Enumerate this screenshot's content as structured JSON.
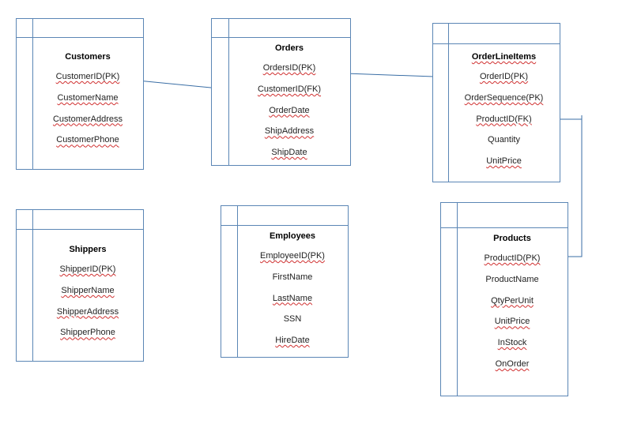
{
  "tables": {
    "customers": {
      "title": "Customers",
      "fields": [
        {
          "label": "CustomerID(PK)",
          "sq": true
        },
        {
          "label": "CustomerName",
          "sq": true
        },
        {
          "label": "CustomerAddress",
          "sq": true
        },
        {
          "label": "CustomerPhone",
          "sq": true
        }
      ]
    },
    "orders": {
      "title": "Orders",
      "fields": [
        {
          "label": "OrdersID(PK)",
          "sq": true
        },
        {
          "label": "CustomerID(FK)",
          "sq": true
        },
        {
          "label": "OrderDate",
          "sq": true
        },
        {
          "label": "ShipAddress",
          "sq": true
        },
        {
          "label": "ShipDate",
          "sq": true
        }
      ]
    },
    "orderlineitems": {
      "title": "OrderLineItems",
      "titleSq": true,
      "fields": [
        {
          "label": "OrderID(PK)",
          "sq": true
        },
        {
          "label": "OrderSequence(PK)",
          "sq": true
        },
        {
          "label": "ProductID(FK)",
          "sq": true
        },
        {
          "label": "Quantity",
          "sq": false
        },
        {
          "label": "UnitPrice",
          "sq": true
        }
      ]
    },
    "shippers": {
      "title": "Shippers",
      "fields": [
        {
          "label": "ShipperID(PK)",
          "sq": true
        },
        {
          "label": "ShipperName",
          "sq": true
        },
        {
          "label": "ShipperAddress",
          "sq": true
        },
        {
          "label": "ShipperPhone",
          "sq": true
        }
      ]
    },
    "employees": {
      "title": "Employees",
      "fields": [
        {
          "label": "EmployeeID(PK)",
          "sq": true
        },
        {
          "label": "FirstName",
          "sq": false
        },
        {
          "label": "LastName",
          "sq": true
        },
        {
          "label": "SSN",
          "sq": false
        },
        {
          "label": "HireDate",
          "sq": true
        }
      ]
    },
    "products": {
      "title": "Products",
      "fields": [
        {
          "label": "ProductID(PK)",
          "sq": true
        },
        {
          "label": "ProductName",
          "sq": false
        },
        {
          "label": "QtyPerUnit",
          "sq": true
        },
        {
          "label": "UnitPrice",
          "sq": true
        },
        {
          "label": "InStock",
          "sq": true
        },
        {
          "label": "OnOrder",
          "sq": true
        }
      ]
    }
  },
  "colors": {
    "border": "#5b86b5",
    "link": "#3a6ea5",
    "spell": "#d03030"
  }
}
